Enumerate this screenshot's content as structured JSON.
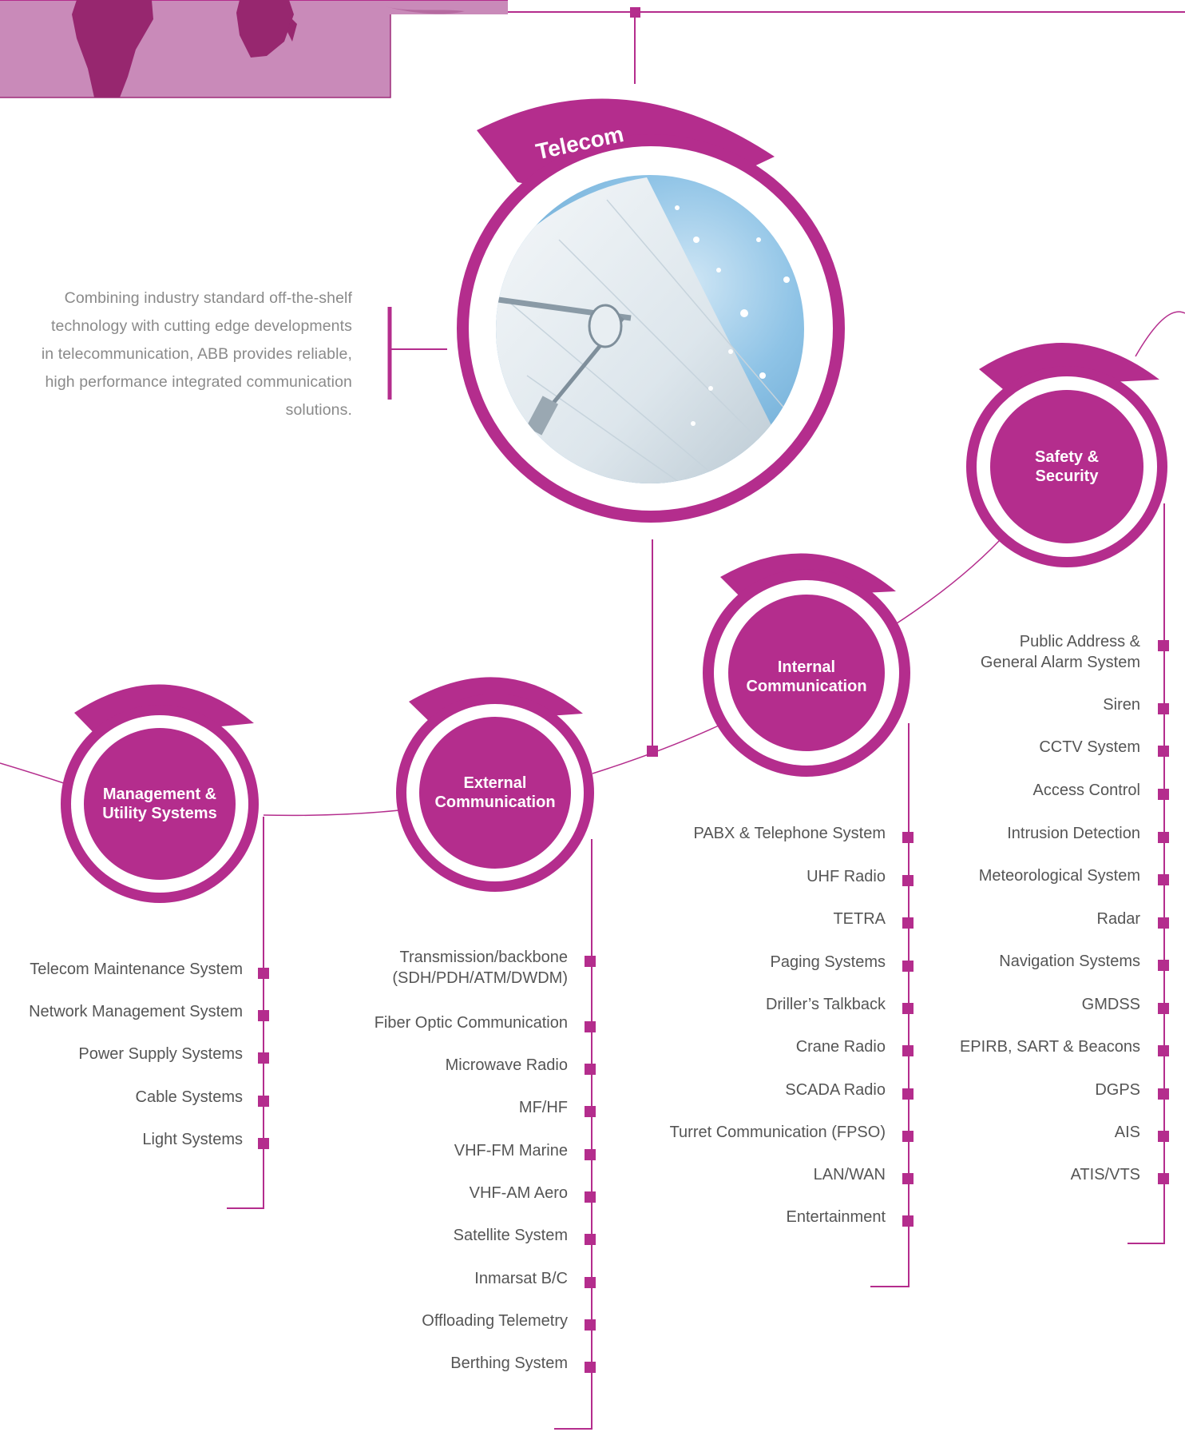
{
  "colors": {
    "magenta": "#b42d8d",
    "map_pink": "#c98ab9",
    "map_land": "#97276f",
    "text_gray": "#555555",
    "intro_gray": "#8a8a8a"
  },
  "title": "Telecom",
  "intro": "Combining industry standard off-the-shelf technology with cutting edge developments in telecommunication, ABB provides reliable, high performance integrated communication solutions.",
  "hubs": {
    "management": {
      "label": "Management &\nUtility Systems",
      "items": [
        "Telecom Maintenance System",
        "Network Management System",
        "Power Supply Systems",
        "Cable Systems",
        "Light Systems"
      ]
    },
    "external": {
      "label": "External\nCommunication",
      "items": [
        "Transmission/backbone\n(SDH/PDH/ATM/DWDM)",
        "Fiber Optic Communication",
        "Microwave Radio",
        "MF/HF",
        "VHF-FM Marine",
        "VHF-AM Aero",
        "Satellite System",
        "Inmarsat B/C",
        "Offloading Telemetry",
        "Berthing System"
      ]
    },
    "internal": {
      "label": "Internal\nCommunication",
      "items": [
        "PABX & Telephone System",
        "UHF Radio",
        "TETRA",
        "Paging Systems",
        "Driller’s Talkback",
        "Crane Radio",
        "SCADA Radio",
        "Turret Communication (FPSO)",
        "LAN/WAN",
        "Entertainment"
      ]
    },
    "safety": {
      "label": "Safety &\nSecurity",
      "items": [
        "Public Address &\nGeneral Alarm System",
        "Siren",
        "CCTV System",
        "Access Control",
        "Intrusion Detection",
        "Meteorological System",
        "Radar",
        "Navigation Systems",
        "GMDSS",
        "EPIRB, SART & Beacons",
        "DGPS",
        "AIS",
        "ATIS/VTS"
      ]
    }
  }
}
